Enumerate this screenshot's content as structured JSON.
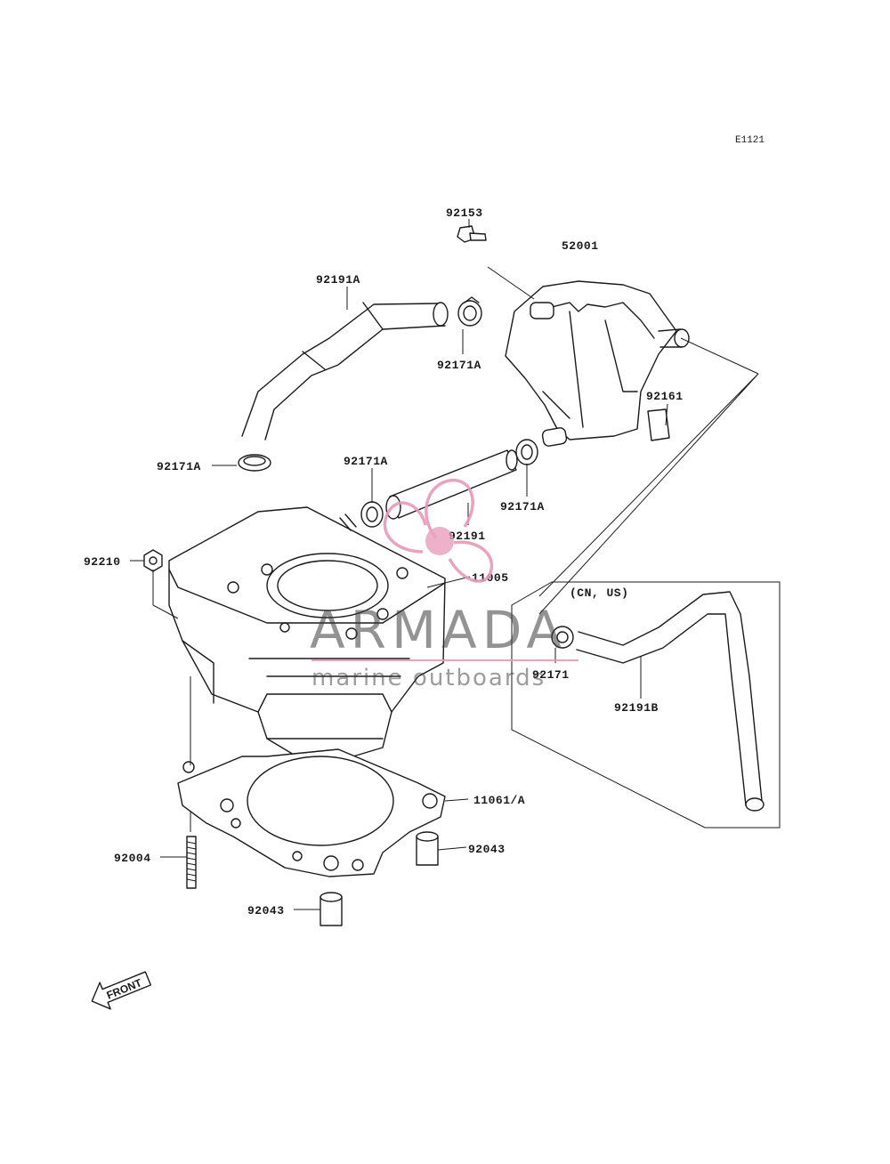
{
  "diagram_code": "E1121",
  "labels": {
    "p92153": "92153",
    "p52001": "52001",
    "p92191A": "92191A",
    "p92171A_top": "92171A",
    "p92161": "92161",
    "p92171A_left": "92171A",
    "p92171A_mid": "92171A",
    "p92171A_right": "92171A",
    "p92191": "92191",
    "p92210": "92210",
    "p11005": "11005",
    "p92171": "92171",
    "p92191B": "92191B",
    "p11061A": "11061/A",
    "p92043_right": "92043",
    "p92004": "92004",
    "p92043_left": "92043"
  },
  "inset": {
    "region_note": "(CN, US)"
  },
  "front_marker": "FRONT",
  "watermark": {
    "brand": "ARMADA",
    "tagline": "marine outboards",
    "accent_color": "#e89ab8",
    "text_color": "#3a3a3a"
  }
}
